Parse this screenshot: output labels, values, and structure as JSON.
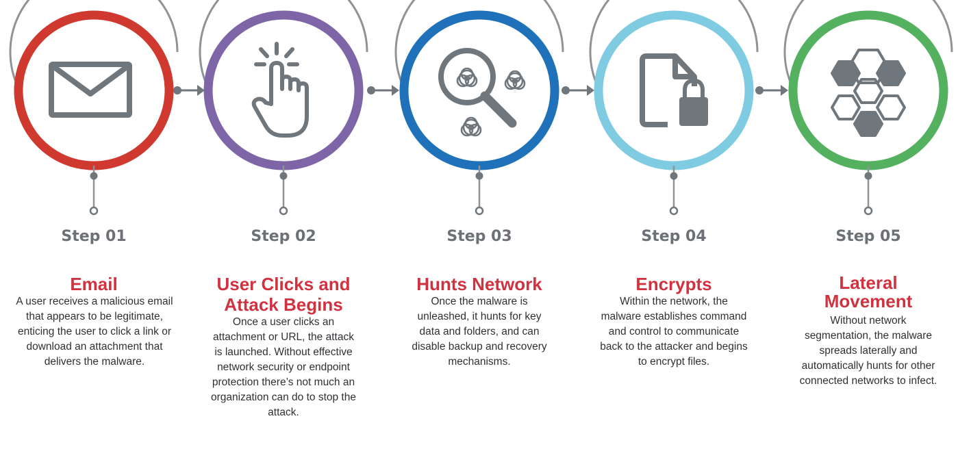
{
  "colors": {
    "step1_ring": "#d0392f",
    "step2_ring": "#7e65a8",
    "step3_ring": "#1f72b9",
    "step4_ring": "#7fcbe1",
    "step5_ring": "#54b160",
    "outer_ring": "#8f9396",
    "icon_gray": "#6f767c",
    "title_red": "#d0323f"
  },
  "steps": [
    {
      "step_label": "Step 01",
      "title": "Email",
      "description": "A user receives a malicious email that appears to be legitimate, enticing the user to click a link or download an attachment that delivers the malware.",
      "icon": "envelope-icon"
    },
    {
      "step_label": "Step 02",
      "title": "User Clicks and Attack Begins",
      "description": "Once a user clicks an attachment or URL, the attack is launched. Without effective network security or endpoint protection there’s not much an organization can do to stop the attack.",
      "icon": "pointing-hand-icon"
    },
    {
      "step_label": "Step 03",
      "title": "Hunts Network",
      "description": "Once the malware is unleashed, it hunts for key data and folders, and can disable backup and recovery mechanisms.",
      "icon": "magnifier-biohazard-icon"
    },
    {
      "step_label": "Step 04",
      "title": "Encrypts",
      "description": "Within the network, the malware establishes command and control to communicate back to the attacker and begins to encrypt files.",
      "icon": "locked-file-icon"
    },
    {
      "step_label": "Step 05",
      "title": "Lateral Movement",
      "description": "Without network segmentation, the malware spreads laterally and automatically hunts for other connected networks to infect.",
      "icon": "hexagon-network-icon"
    }
  ]
}
